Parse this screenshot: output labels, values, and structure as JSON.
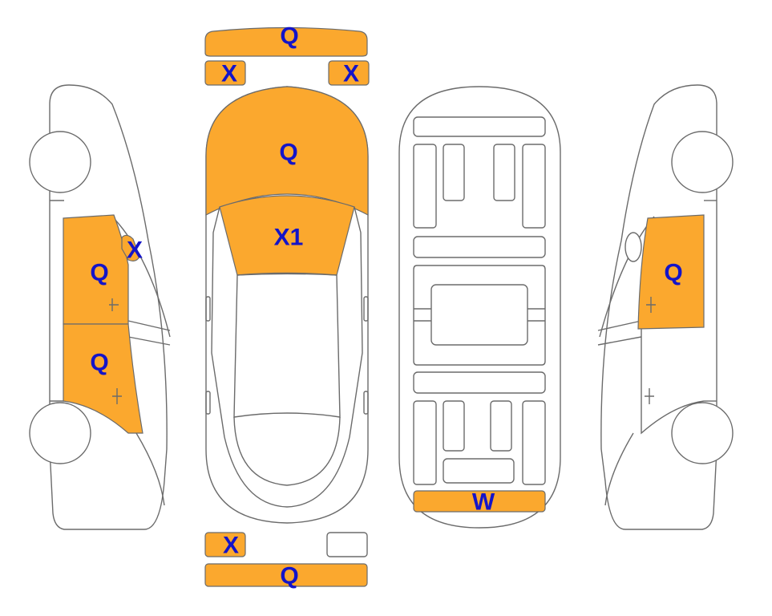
{
  "colors": {
    "damage_fill": "#FBA82E",
    "code_text": "#1414C8",
    "outline": "#6B6B6B",
    "body": "#FFFFFF"
  },
  "panels": {
    "front_bumper": "Q",
    "front_left_light": "X",
    "front_right_light": "X",
    "bonnet": "Q",
    "windscreen": "X1",
    "left_mirror": "X",
    "left_front_door": "Q",
    "left_rear_door": "Q",
    "right_rear_door": "Q",
    "rear_panel": "W",
    "rear_left_light": "X",
    "rear_bumper": "Q"
  }
}
